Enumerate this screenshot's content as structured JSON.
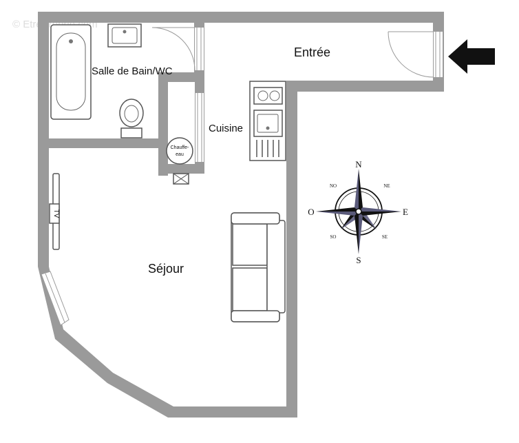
{
  "watermark": "© EtreProprio.com",
  "rooms": {
    "bathroom": "Salle de Bain/WC",
    "entry": "Entrée",
    "kitchen": "Cuisine",
    "living": "Séjour"
  },
  "fixtures": {
    "water_heater_line1": "Chauffe-",
    "water_heater_line2": "eau",
    "tv": "TV"
  },
  "compass": {
    "N": "N",
    "S": "S",
    "E": "E",
    "O": "O",
    "NE": "NE",
    "NO": "NO",
    "SE": "SE",
    "SO": "SO"
  },
  "colors": {
    "wall": "#9a9a9a",
    "arrow": "#111111"
  }
}
